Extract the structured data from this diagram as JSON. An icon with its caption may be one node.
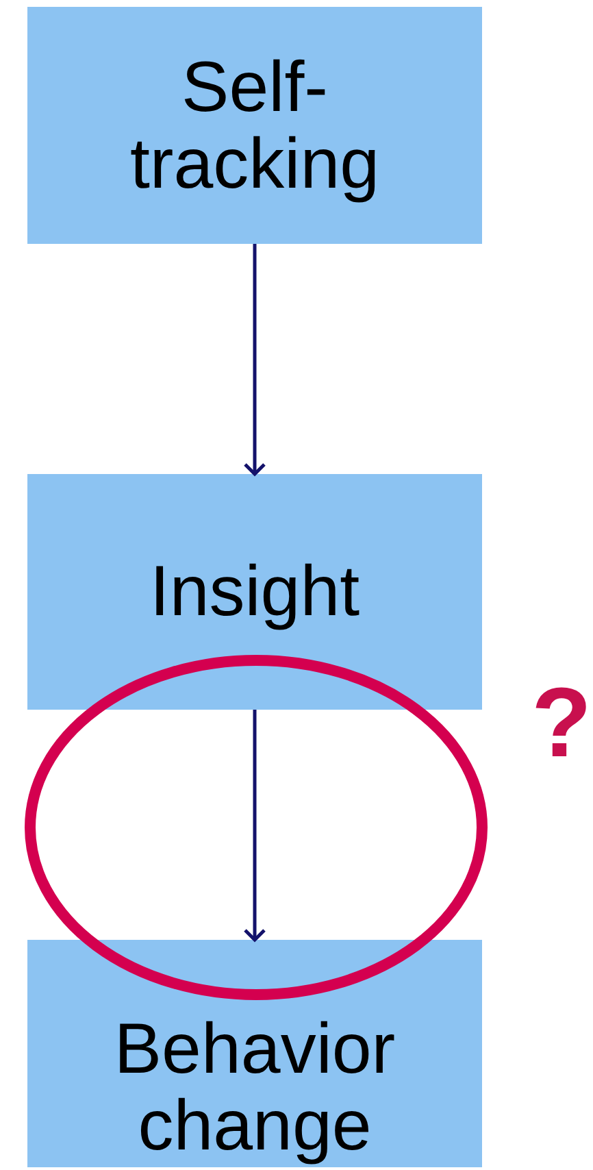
{
  "diagram": {
    "nodes": [
      {
        "text": [
          "Self- tracking"
        ]
      },
      {
        "text": [
          "Insight"
        ]
      },
      {
        "text": [
          "Behavior change"
        ]
      }
    ],
    "edges": [
      {
        "from": 0,
        "to": 1,
        "arrow": "to"
      },
      {
        "from": 1,
        "to": 2,
        "arrow": "to"
      }
    ],
    "labels": [
      "?"
    ]
  }
}
